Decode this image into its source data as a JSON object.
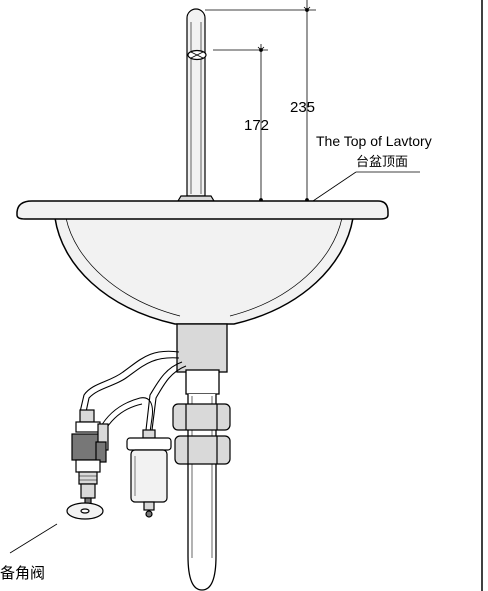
{
  "dimensions": {
    "spout_outlet_height": "172",
    "spout_total_height": "235"
  },
  "labels": {
    "lavatory_top_en": "The Top of Lavtory",
    "lavatory_top_cn": "台盆顶面",
    "angle_valve_cn": "备角阀"
  },
  "colors": {
    "line": "#000000",
    "fill_light": "#f2f2f2",
    "fill_mid": "#d9d9d9",
    "fill_dark": "#777777",
    "background": "#ffffff"
  }
}
